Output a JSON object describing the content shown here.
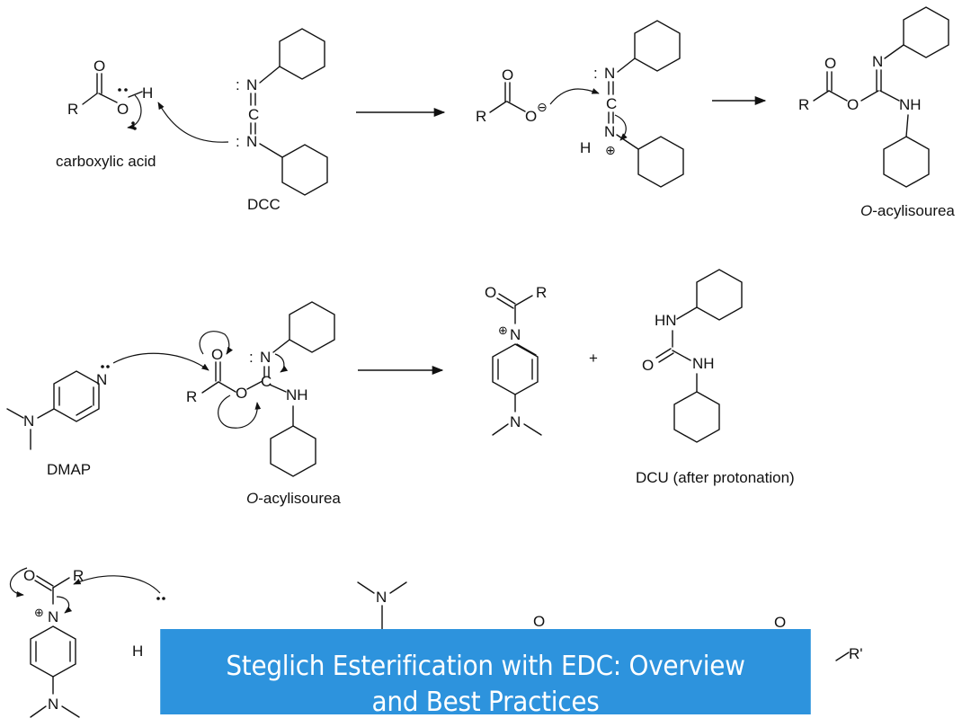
{
  "atoms": {
    "O": "O",
    "N": "N",
    "C": "C",
    "H": "H",
    "R": "R",
    "NH": "NH",
    "HN": "HN",
    "R_prime": "R'",
    "plus": "+",
    "lone_pair": ":",
    "charge_minus": "⊖",
    "charge_plus": "⊕"
  },
  "labels": {
    "carboxylic_acid": "carboxylic acid",
    "dcc": "DCC",
    "o_acylisourea_italic": "O",
    "o_acylisourea_rest": "-acylisourea",
    "dmap": "DMAP",
    "dcu": "DCU (after protonation)"
  },
  "banner": {
    "line1": "Steglich Esterification with EDC: Overview",
    "line2": "and Best Practices"
  },
  "colors": {
    "banner_bg": "#2d93dd",
    "banner_text": "#ffffff",
    "ink": "#111111"
  }
}
